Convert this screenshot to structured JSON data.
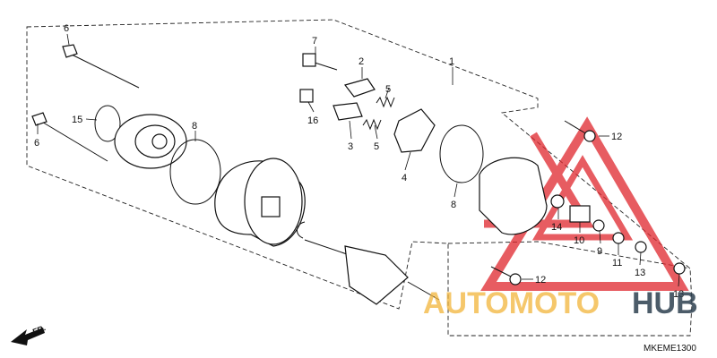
{
  "diagram": {
    "code": "MKEME1300",
    "direction_label": "FR.",
    "watermark": {
      "part1": "AUTOMOTO",
      "part2": "HUB",
      "color1": "#f2b43a",
      "color2": "#2d3f4f",
      "triangle_color": "#e0262d"
    },
    "callouts": [
      "1",
      "2",
      "3",
      "4",
      "5",
      "5",
      "6",
      "6",
      "7",
      "8",
      "8",
      "9",
      "10",
      "11",
      "12",
      "12",
      "13",
      "13",
      "14",
      "15",
      "16"
    ]
  }
}
